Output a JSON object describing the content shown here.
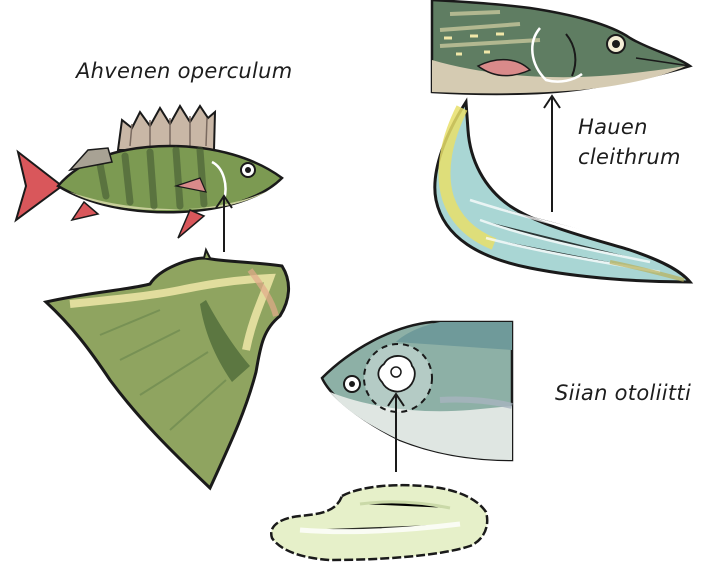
{
  "labels": {
    "perch": "Ahvenen operculum",
    "pike_line1": "Hauen",
    "pike_line2": "cleithrum",
    "whitefish": "Siian otoliitti"
  },
  "icons": {
    "perch": "perch-fish-icon",
    "perch_bone": "operculum-bone-icon",
    "pike": "pike-head-icon",
    "pike_bone": "cleithrum-bone-icon",
    "whitefish": "whitefish-head-icon",
    "whitefish_bone": "otolith-icon"
  },
  "colors": {
    "outline": "#1a1a1a",
    "perch_body": "#7c9a52",
    "perch_fin": "#d9575b",
    "operculum": "#8fa460",
    "pike_body": "#5f7d62",
    "cleithrum": "#a9d6d4",
    "cleithrum_edge": "#e8df6a",
    "whitefish_body": "#8db0a6",
    "otolith": "#e6f0c9"
  }
}
